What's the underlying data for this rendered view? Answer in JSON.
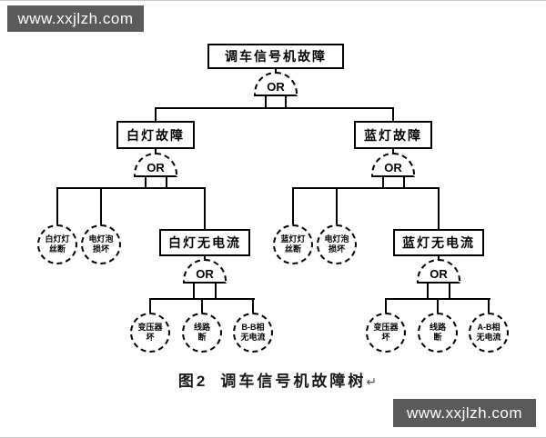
{
  "watermarks": {
    "top_left": "www.xxjlzh.com",
    "bottom_right": "www.xxjlzh.com"
  },
  "gate_label": "OR",
  "tree": {
    "root": {
      "label": "调车信号机故障"
    },
    "white": {
      "label": "白灯故障",
      "event1": {
        "line1": "白灯灯",
        "line2": "丝断"
      },
      "event2": {
        "line1": "电灯泡",
        "line2": "损坏"
      },
      "no_current": {
        "label": "白灯无电流",
        "event1": {
          "line1": "变压器",
          "line2": "坏"
        },
        "event2": {
          "line1": "线路",
          "line2": "断"
        },
        "event3": {
          "line1": "B-B相",
          "line2": "无电流"
        }
      }
    },
    "blue": {
      "label": "蓝灯故障",
      "event1": {
        "line1": "蓝灯灯",
        "line2": "丝断"
      },
      "event2": {
        "line1": "电灯泡",
        "line2": "损坏"
      },
      "no_current": {
        "label": "蓝灯无电流",
        "event1": {
          "line1": "变压器",
          "line2": "坏"
        },
        "event2": {
          "line1": "线路",
          "line2": "断"
        },
        "event3": {
          "line1": "A-B相",
          "line2": "无电流"
        }
      }
    }
  },
  "caption": {
    "figure_no": "图2",
    "title": "调车信号机故障树",
    "return_mark": "↵"
  },
  "colors": {
    "watermark_bg": "#5a5a5a",
    "line": "#000000",
    "background": "#fefefe"
  }
}
